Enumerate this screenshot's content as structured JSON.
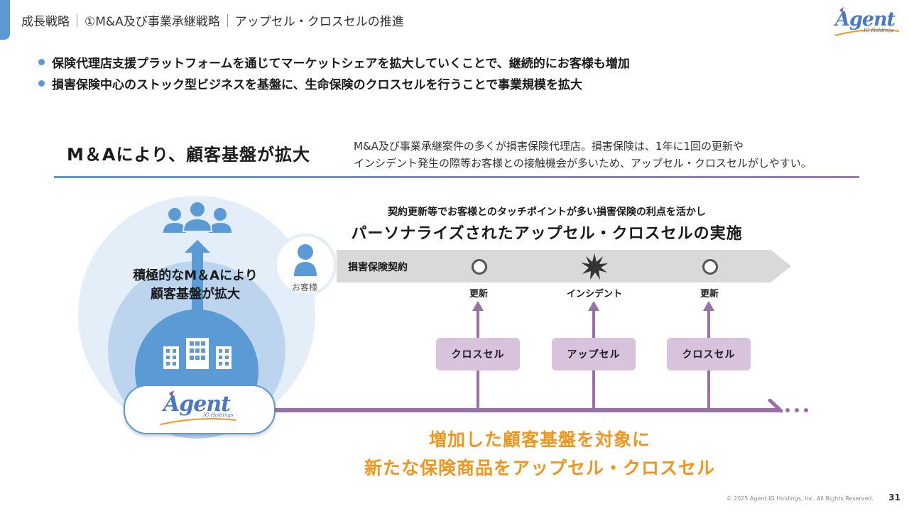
{
  "header": {
    "breadcrumb": [
      "成長戦略",
      "①M&A及び事業承継戦略",
      "アップセル・クロスセルの推進"
    ]
  },
  "logo": {
    "word": "Agent",
    "sub": "IG Holdings"
  },
  "bullets": [
    "保険代理店支援プラットフォームを通じてマーケットシェアを拡大していくことで、継続的にお客様も増加",
    "損害保険中心のストック型ビジネスを基盤に、生命保険のクロスセルを行うことで事業規模を拡大"
  ],
  "ma_section": {
    "title": "M＆Aにより、顧客基盤が拡大",
    "description_lines": [
      "M&A及び事業承継案件の多くが損害保険代理店。損害保険は、1年に1回の更新や",
      "インシデント発生の際等お客様との接触機会が多いため、アップセル・クロスセルがしやすい。"
    ]
  },
  "diagram": {
    "sub_heading": "契約更新等でお客様とのタッチポイントが多い損害保険の利点を活かし",
    "main_heading": "パーソナライズされたアップセル・クロスセルの実施",
    "circle_text_lines": [
      "積極的なM＆Aにより",
      "顧客基盤が拡大"
    ],
    "customer_label": "お客様",
    "contract_label": "損害保険契約",
    "events": [
      {
        "label": "更新",
        "action": "クロスセル"
      },
      {
        "label": "インシデント",
        "action": "アップセル"
      },
      {
        "label": "更新",
        "action": "クロスセル"
      }
    ],
    "conclusion_lines": [
      "増加した顧客基盤を対象に",
      "新たな保険商品をアップセル・クロスセル"
    ]
  },
  "colors": {
    "accent_blue": "#5b9bd5",
    "purple": "#9b6fa8",
    "orange": "#f0961e"
  },
  "footer": {
    "copyright": "© 2025 Agent IG Holdings, Inc. All Rights Reserved.",
    "page": "31"
  }
}
